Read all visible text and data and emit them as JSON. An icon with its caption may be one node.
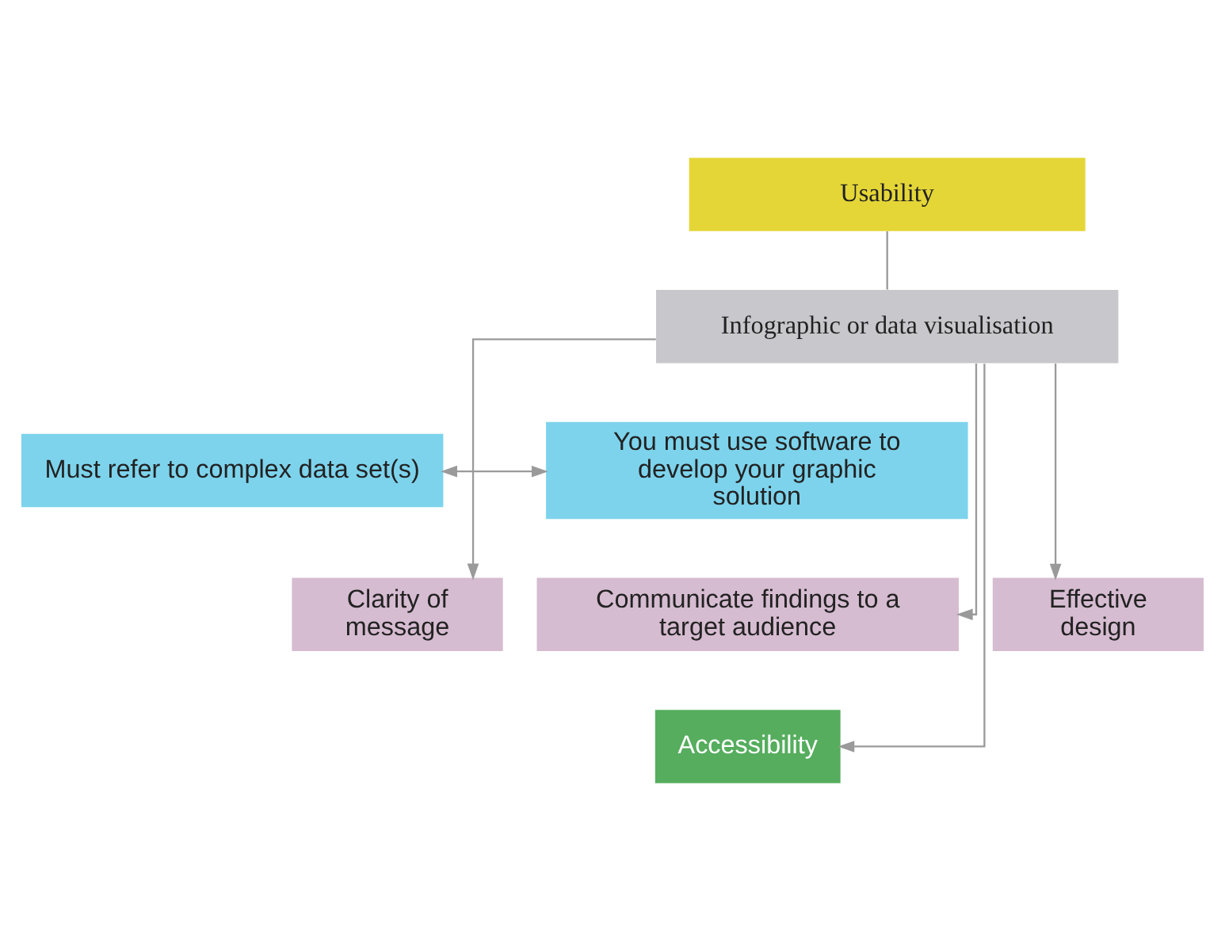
{
  "diagram": {
    "nodes": [
      {
        "text": [
          "Usability"
        ]
      },
      {
        "text": [
          "Infographic or data visualisation"
        ]
      },
      {
        "text": [
          "Must refer to complex data set(s)"
        ]
      },
      {
        "text": [
          "You must use software to develop your graphic solution"
        ]
      },
      {
        "text": [
          "Clarity of message"
        ]
      },
      {
        "text": [
          "Effective design"
        ]
      },
      {
        "text": [
          "Communicate findings to a target audience"
        ]
      },
      {
        "text": [
          "Accessibility"
        ]
      }
    ],
    "edges": [
      {
        "from": 0,
        "to": 1,
        "arrow": "none"
      },
      {
        "from": 2,
        "to": 3,
        "arrow": "both"
      },
      {
        "from": 1,
        "to": 4,
        "arrow": "to"
      },
      {
        "from": 1,
        "to": 5,
        "arrow": "to"
      },
      {
        "from": 1,
        "to": 6,
        "arrow": "to"
      },
      {
        "from": 1,
        "to": 7,
        "arrow": "to"
      }
    ]
  }
}
